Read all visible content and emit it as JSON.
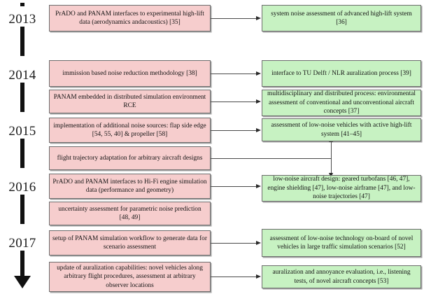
{
  "figure": {
    "type": "timeline-flow-diagram",
    "colors": {
      "capability_box": "#f6cdcd",
      "application_box": "#c7f2c2",
      "box_border": "#6d6d6d",
      "axis": "#111111",
      "connector": "#4a4a4a"
    }
  },
  "timeline": {
    "orientation": "vertical-down-arrow",
    "years": [
      {
        "label": "2013"
      },
      {
        "label": "2014"
      },
      {
        "label": "2015"
      },
      {
        "label": "2016"
      },
      {
        "label": "2017"
      }
    ]
  },
  "nodes": {
    "left": [
      {
        "id": "l1",
        "year": "2013",
        "text": "PrADO and PANAM interfaces to experimental high-lift data (aerodynamics andacoustics) [35]"
      },
      {
        "id": "l2",
        "year": "2014",
        "text": "immission based noise reduction methodology [38]"
      },
      {
        "id": "l3",
        "year": "2014",
        "text": "PANAM embedded in distributed simulation environment RCE"
      },
      {
        "id": "l4",
        "year": "2015",
        "text": "implementation of additional noise sources: flap side edge [54, 55, 40] & propeller [58]"
      },
      {
        "id": "l5",
        "year": "2015",
        "text": "flight trajectory adaptation for arbitrary aircraft designs"
      },
      {
        "id": "l6",
        "year": "2016",
        "text": "PrADO and PANAM interfaces to Hi-Fi engine simulation data (performance and geometry)"
      },
      {
        "id": "l7",
        "year": "2016",
        "text": "uncertainty assessment for parametric noise prediction [48, 49]"
      },
      {
        "id": "l8",
        "year": "2017",
        "text": "setup of PANAM simulation workflow to generate data for scenario assessment"
      },
      {
        "id": "l9",
        "year": "2017",
        "text": "update of auralization capabilities: novel vehicles along arbitrary flight procedures, assessment at arbitrary observer locations"
      }
    ],
    "right": [
      {
        "id": "r1",
        "year": "2013",
        "text": "system noise assessment of advanced high-lift system [36]"
      },
      {
        "id": "r2",
        "year": "2014",
        "text": "interface to TU Delft / NLR auralization process [39]"
      },
      {
        "id": "r3",
        "year": "2014",
        "text": "multidisciplinary and distributed process: environmental assessment of conventional and unconventional aircraft concepts [37]"
      },
      {
        "id": "r4",
        "year": "2015",
        "text": "assessment of low-noise vehicles with active high-lift system [41–45]"
      },
      {
        "id": "r5",
        "year": "2016",
        "text": "low-noise aircraft design: geared turbofans [46, 47], engine shielding [47], low-noise airframe [47], and low-noise trajectories [47]"
      },
      {
        "id": "r6",
        "year": "2017",
        "text": "assessment of low-noise technology on-board of novel vehicles in large traffic simulation scenarios [52]"
      },
      {
        "id": "r7",
        "year": "2017",
        "text": "auralization and annoyance evaluation, i.e., listening tests, of novel aircraft concepts [53]"
      }
    ]
  },
  "connectors": [
    {
      "from": "l1",
      "to": "r1",
      "kind": "arrow-right"
    },
    {
      "from": "l2",
      "to": "r2",
      "kind": "arrow-right"
    },
    {
      "from": "l3",
      "to": "r3",
      "kind": "arrow-right"
    },
    {
      "from": "l4",
      "to": "r4",
      "kind": "arrow-right"
    },
    {
      "from": "l5",
      "to": "r4-r5-link",
      "kind": "line-to-vertical-double-arrow"
    },
    {
      "from": "l6",
      "to": "r5",
      "kind": "arrow-right"
    },
    {
      "from": "l8",
      "to": "r6",
      "kind": "arrow-right"
    },
    {
      "from": "l9",
      "to": "r7",
      "kind": "arrow-right"
    },
    {
      "from": "r4",
      "to": "r5",
      "kind": "vertical-double-arrow"
    }
  ]
}
